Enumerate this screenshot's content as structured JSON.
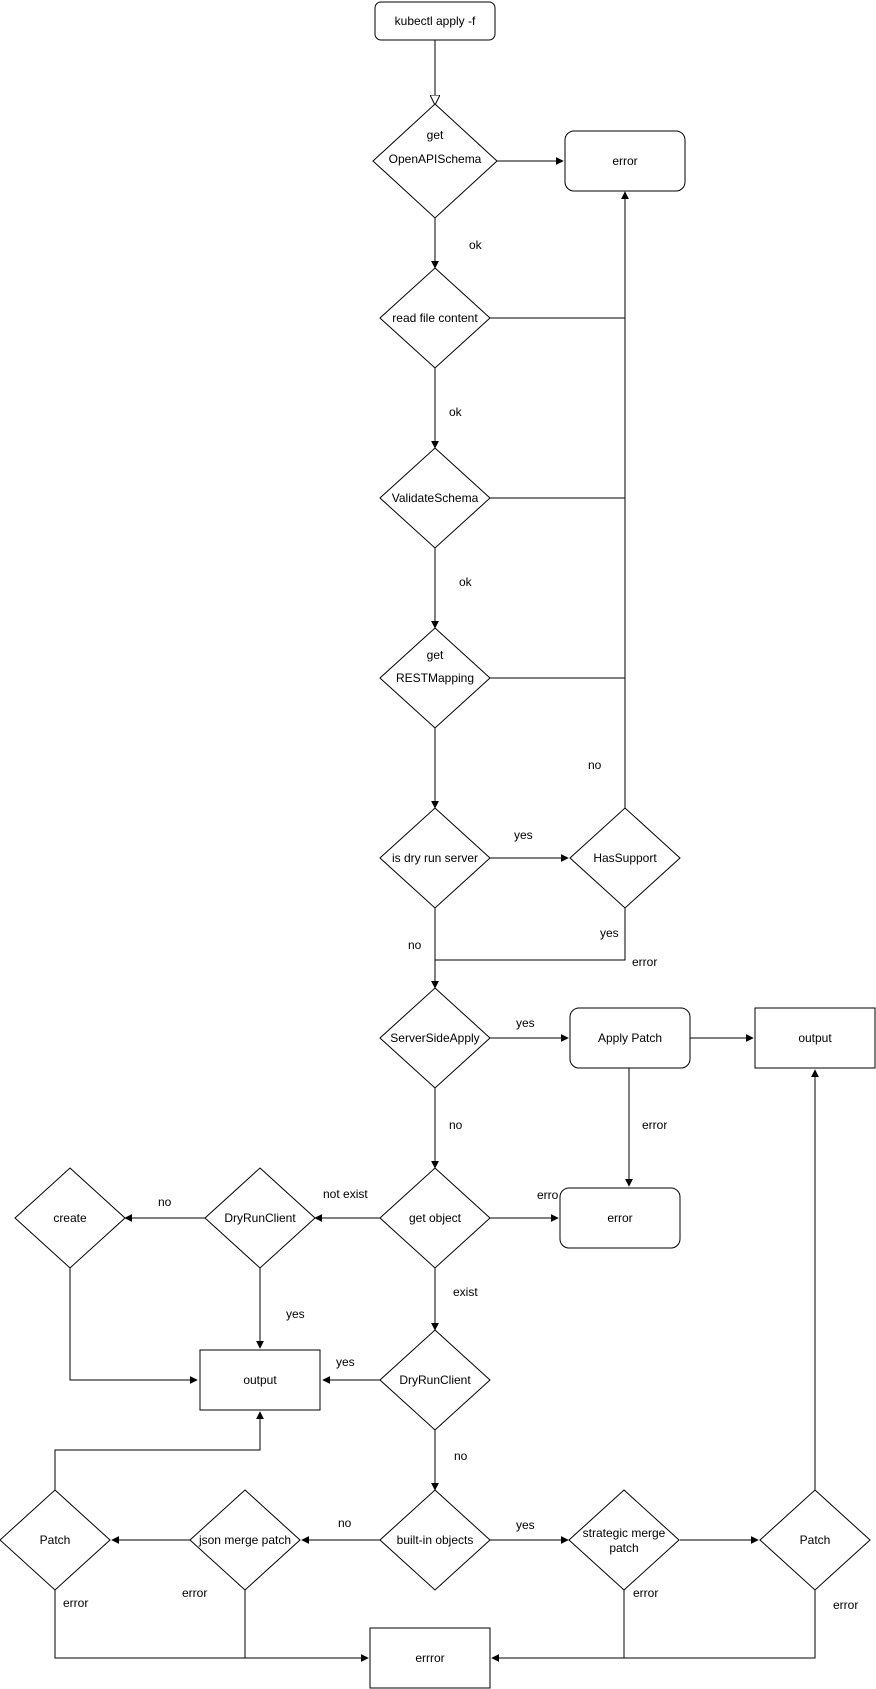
{
  "nodes": {
    "start": "kubectl apply -f",
    "get_openapi_line1": "get",
    "get_openapi_line2": "OpenAPISchema",
    "error_top": "error",
    "read_file": "read file content",
    "validate": "ValidateSchema",
    "get_rest_line1": "get",
    "get_rest_line2": "RESTMapping",
    "is_dry_run": "is dry run server",
    "has_support": "HasSupport",
    "server_side_apply": "ServerSideApply",
    "apply_patch": "Apply Patch",
    "output_right": "output",
    "get_object": "get object",
    "error_mid": "error",
    "dry_run_client_1": "DryRunClient",
    "create": "create",
    "output_left": "output",
    "dry_run_client_2": "DryRunClient",
    "built_in": "built-in objects",
    "json_merge": "json merge patch",
    "patch_left": "Patch",
    "strategic_line1": "strategic merge",
    "strategic_line2": "patch",
    "patch_right": "Patch",
    "errror_bottom": "errror"
  },
  "edge_labels": {
    "ok_1": "ok",
    "ok_2": "ok",
    "ok_3": "ok",
    "no_hassupport": "no",
    "yes_dryrun": "yes",
    "yes_hassupport": "yes",
    "no_dryrun": "no",
    "error_hassupport": "error",
    "yes_ssa": "yes",
    "no_ssa": "no",
    "error_apply": "error",
    "error_getobj": "erro",
    "not_exist": "not exist",
    "no_create": "no",
    "yes_drc1": "yes",
    "exist": "exist",
    "yes_drc2": "yes",
    "no_drc2": "no",
    "no_builtin": "no",
    "yes_builtin": "yes",
    "error_patch_left": "error",
    "error_json": "error",
    "error_strategic": "error",
    "error_patch_right": "error"
  }
}
